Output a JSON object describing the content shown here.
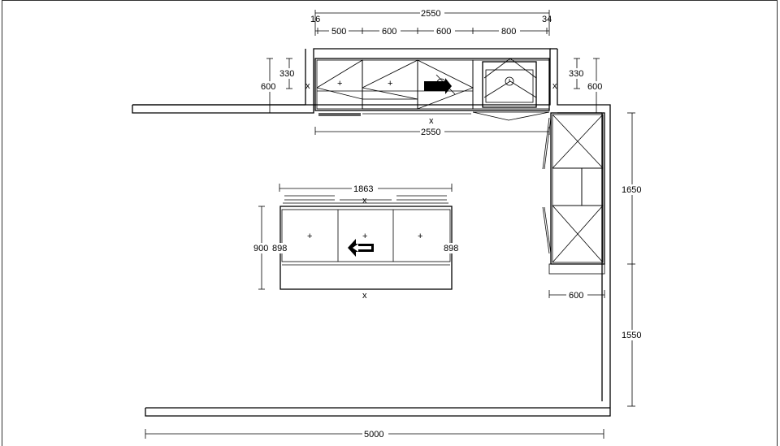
{
  "dimensions": {
    "top_total": "2550",
    "top_left_offset": "16",
    "top_right_offset": "34",
    "seg_1": "500",
    "seg_2": "600",
    "seg_3": "600",
    "seg_4": "800",
    "wall_depth_left": "330",
    "cabinet_depth_left": "600",
    "wall_depth_right": "330",
    "cabinet_depth_right": "600",
    "back_run": "2550",
    "right_upper": "1650",
    "right_lower": "1550",
    "right_depth": "600",
    "island_width": "1863",
    "island_depth": "900",
    "island_left": "898",
    "island_right": "898",
    "room_width": "5000"
  }
}
